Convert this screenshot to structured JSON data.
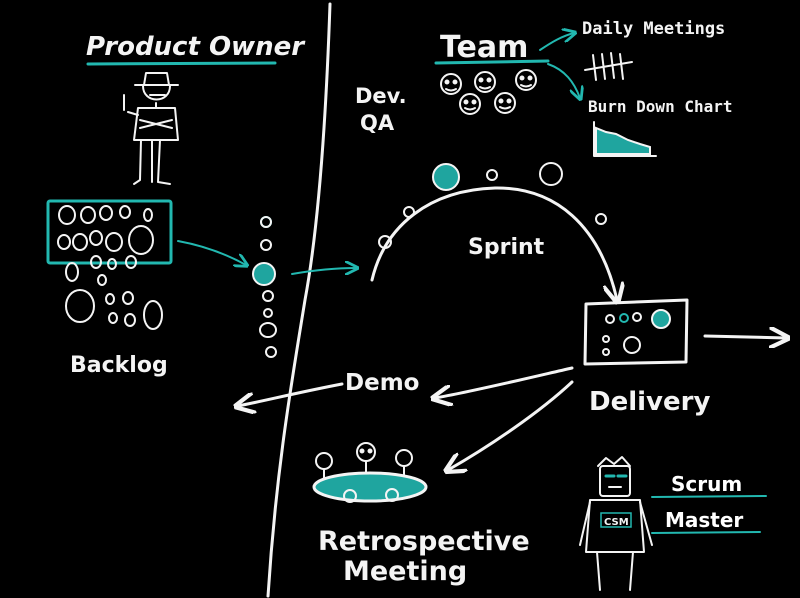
{
  "labels": {
    "product_owner": "Product Owner",
    "backlog": "Backlog",
    "dev_qa_line1": "Dev.",
    "dev_qa_line2": "QA",
    "team": "Team",
    "daily_meetings": "Daily Meetings",
    "burn_down_chart": "Burn Down Chart",
    "sprint": "Sprint",
    "delivery": "Delivery",
    "demo": "Demo",
    "retrospective_line1": "Retrospective",
    "retrospective_line2": "Meeting",
    "scrum_master_line1": "Scrum",
    "scrum_master_line2": "Master",
    "csm_badge": "CSM"
  },
  "colors": {
    "background": "#000000",
    "chalk": "#f4f4f4",
    "accent": "#22b8b0"
  },
  "icons": {
    "product_owner": "person-with-hat-icon",
    "team": "team-faces-icon",
    "scrum_master": "person-icon",
    "tally": "tally-marks-icon",
    "burn_down": "area-chart-icon"
  }
}
